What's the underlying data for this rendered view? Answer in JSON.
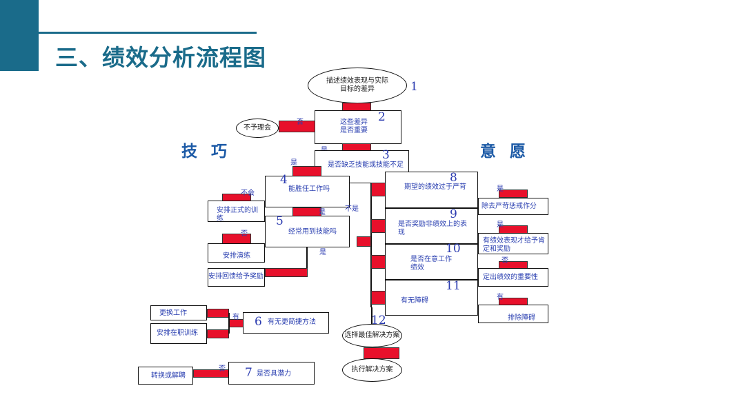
{
  "header": {
    "title": "三、绩效分析流程图"
  },
  "sides": {
    "left": "技 巧",
    "right": "意 愿"
  },
  "steps": [
    {
      "n": "1",
      "text": "描述绩效表现与实际目标的差异"
    },
    {
      "n": "2",
      "text": "这些差异是否重要"
    },
    {
      "n": "3",
      "text": "是否缺乏技能或技能不足"
    },
    {
      "n": "4",
      "text": "能胜任工作吗"
    },
    {
      "n": "5",
      "text": "经常用到技能吗"
    },
    {
      "n": "6",
      "text": "有无更简捷方法"
    },
    {
      "n": "7",
      "text": "是否具潜力"
    },
    {
      "n": "8",
      "text": "期望的绩效过于严苛"
    },
    {
      "n": "9",
      "text": "是否奖励非绩效上的表现"
    },
    {
      "n": "10",
      "text": "是否在意工作绩效"
    },
    {
      "n": "11",
      "text": "有无障碍"
    },
    {
      "n": "12",
      "text": "选择最佳解决方案"
    }
  ],
  "outcomes": {
    "ignore": "不予理会",
    "formal_training": "安排正式的训练",
    "practice": "安排演练",
    "feedback": "安排回馈给予奖励",
    "change_job": "更换工作",
    "on_job_training": "安排在职训练",
    "transfer": "转换或解聘",
    "remove_harsh": "除去严苛惩戒作分",
    "reward_performance": "有绩效表现才给予肯定和奖励",
    "importance": "定出绩效的重要性",
    "remove_obstacles": "排除障碍",
    "execute": "执行解决方案"
  },
  "branch_labels": {
    "no": "否",
    "yes": "是",
    "cannot": "不会",
    "not_yes": "不是",
    "have": "有"
  }
}
